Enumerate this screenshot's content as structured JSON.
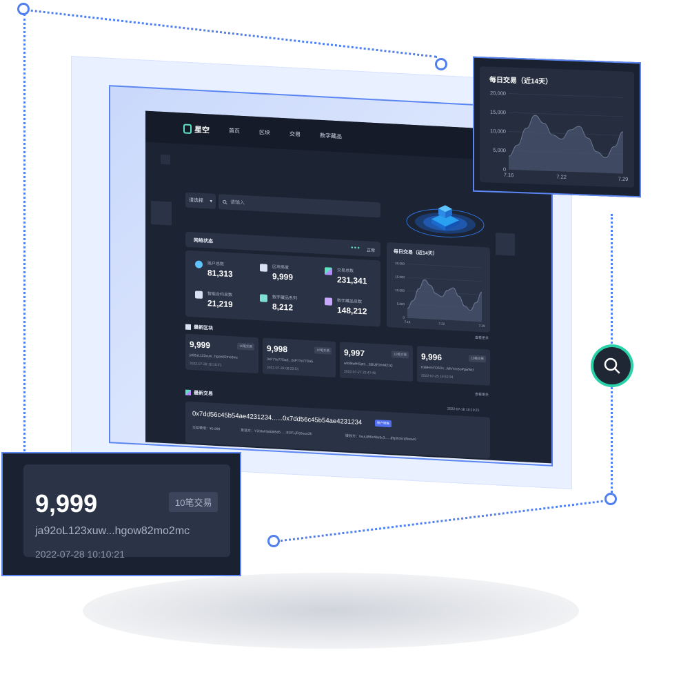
{
  "nav": {
    "logo": "星空",
    "items": [
      "首页",
      "区块",
      "交易",
      "数字藏品"
    ]
  },
  "search": {
    "select": "请选择",
    "placeholder": "请输入"
  },
  "network": {
    "title": "网络状态",
    "status": "正常",
    "stats": [
      {
        "label": "账户总数",
        "value": "81,313"
      },
      {
        "label": "区块高度",
        "value": "9,999"
      },
      {
        "label": "交易总数",
        "value": "231,341"
      },
      {
        "label": "智能合约总数",
        "value": "21,219"
      },
      {
        "label": "数字藏品系列",
        "value": "8,212"
      },
      {
        "label": "数字藏品总数",
        "value": "148,212"
      }
    ]
  },
  "mini_chart": {
    "title": "每日交易（近14天）"
  },
  "latest_blocks": {
    "title": "最新区块",
    "more": "查看更多",
    "items": [
      {
        "num": "9,999",
        "tag": "10笔交易",
        "hash": "ja92oL123xuw...hgow82mo2mc",
        "time": "2022-07-28 10:10:21"
      },
      {
        "num": "9,998",
        "tag": "10笔交易",
        "hash": "0xF77e77Da5...0xF77e77Da5",
        "time": "2022-07-28 08:23:51"
      },
      {
        "num": "9,997",
        "tag": "10笔交易",
        "hash": "wlc8kwfHSpt1...28lUjF2mM21Q",
        "time": "2022-07-27 22:47:40"
      },
      {
        "num": "9,996",
        "tag": "10笔交易",
        "hash": "K98HmYO5Oc...MlvYmSoPgwWd",
        "time": "2022-07-25 10:52:34"
      }
    ]
  },
  "latest_tx": {
    "title": "最新交易",
    "more": "查看更多",
    "hash": "0x7dd56c45b54ae4231234......0x7dd56c45b54ae4231234",
    "badge": "账户转账",
    "time": "2022-07-18 10:10:21",
    "fee": "交易费用：¥0.999",
    "sender": "发送方：Y2c8eHjs8d85d5......BOFLjRs5uuo3h",
    "receiver": "接收方：0xuU8f6c48e5c3......jf9pih3crdNwoo0"
  },
  "block_card": {
    "num": "9,999",
    "tag": "10笔交易",
    "hash": "ja92oL123xuw...hgow82mo2mc",
    "time": "2022-07-28 10:10:21"
  },
  "chart_data": [
    {
      "type": "area",
      "title": "每日交易（近14天）",
      "x": [
        "7.16",
        "7.17",
        "7.18",
        "7.19",
        "7.20",
        "7.21",
        "7.22",
        "7.23",
        "7.24",
        "7.25",
        "7.26",
        "7.27",
        "7.28",
        "7.29"
      ],
      "values": [
        3500,
        6500,
        11000,
        14500,
        12500,
        9500,
        8500,
        11000,
        12000,
        9000,
        5500,
        4000,
        7000,
        11000
      ],
      "xticks": [
        "7.16",
        "7.22",
        "7.29"
      ],
      "yticks": [
        "0",
        "5,000",
        "10,000",
        "15,000",
        "20,000"
      ],
      "ylim": [
        0,
        20000
      ],
      "grid": true
    },
    {
      "type": "area",
      "title": "每日交易（近14天）",
      "x": [
        "7.16",
        "7.17",
        "7.18",
        "7.19",
        "7.20",
        "7.21",
        "7.22",
        "7.23",
        "7.24",
        "7.25",
        "7.26",
        "7.27",
        "7.28",
        "7.29"
      ],
      "values": [
        3500,
        6500,
        11000,
        14500,
        12500,
        9500,
        8500,
        11000,
        12000,
        9000,
        5500,
        4000,
        7000,
        11000
      ],
      "xticks": [
        "7.16",
        "7.22",
        "7.29"
      ],
      "yticks": [
        "0",
        "5,000",
        "10,000",
        "15,000",
        "20,000"
      ],
      "ylim": [
        0,
        20000
      ],
      "grid": true
    }
  ]
}
